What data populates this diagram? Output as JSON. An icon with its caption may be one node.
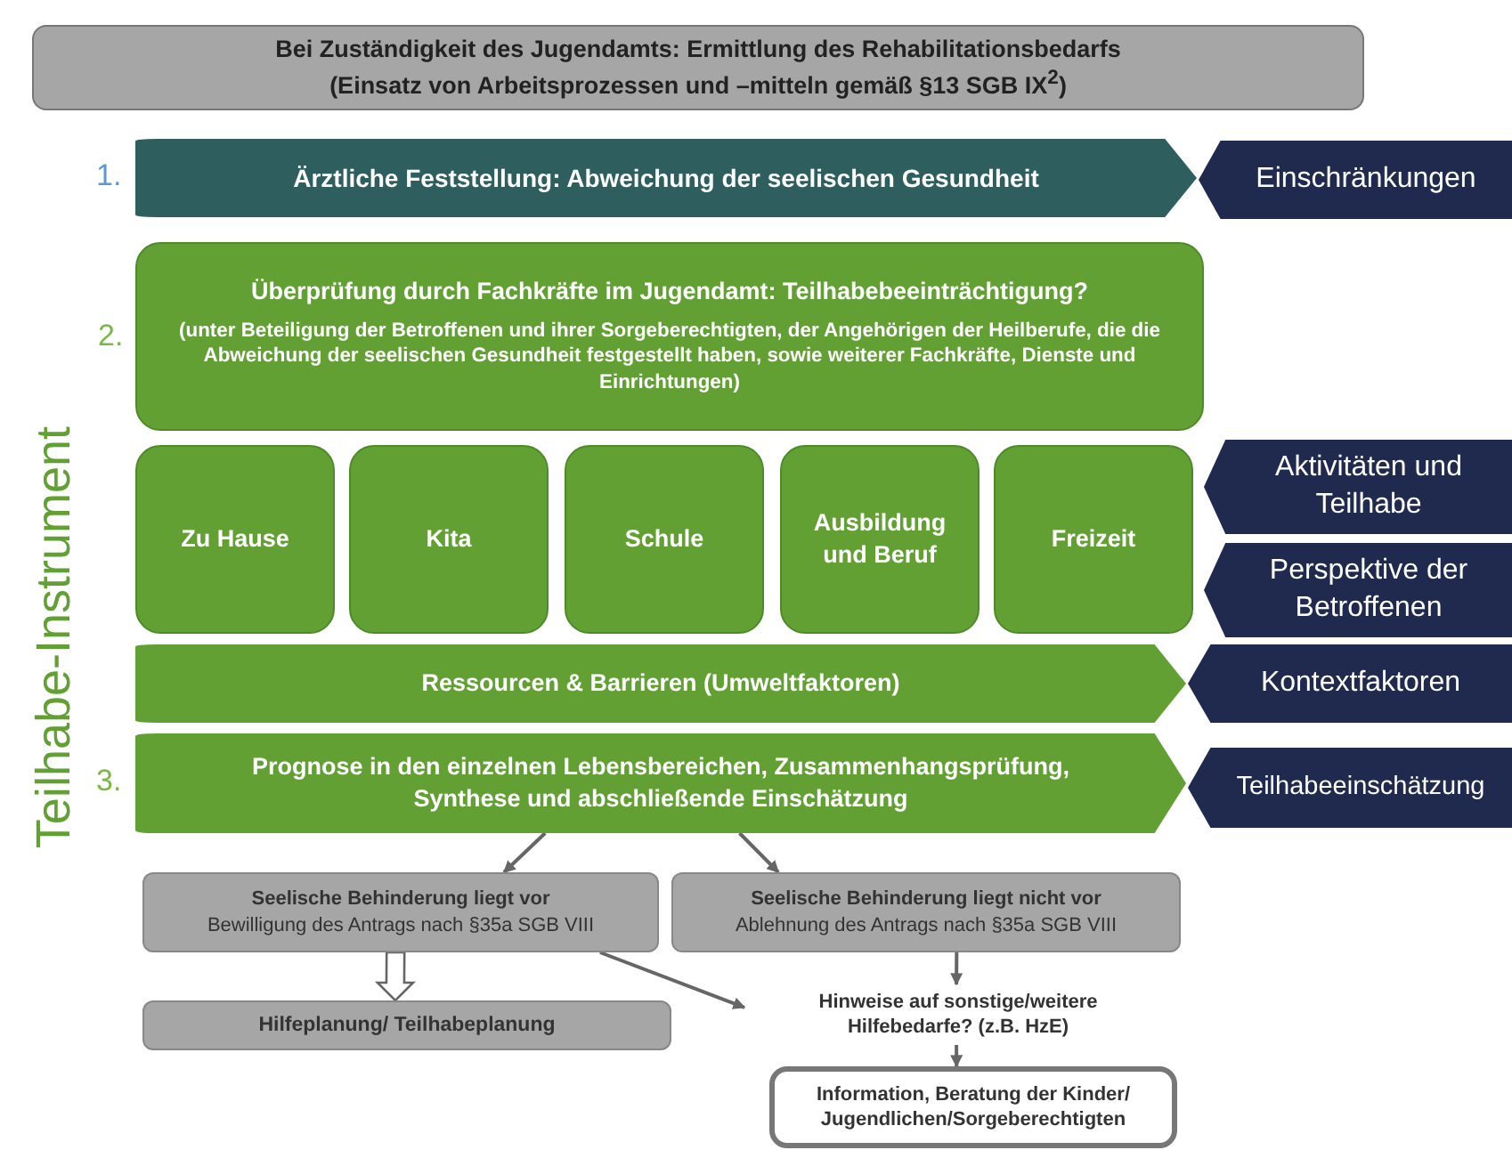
{
  "diagram": {
    "nodes": [
      {
        "text": [
          "Bei Zuständigkeit des Jugendamts: Ermittlung des Rehabilitationsbedarfs",
          "(Einsatz von Arbeitsprozessen und –mitteln gemäß §13 SGB IX$^{2}$)"
        ]
      },
      {
        "text": [
          "Ärztliche Feststellung: Abweichung der seelischen Gesundheit"
        ],
        "beside": [
          "1."
        ]
      },
      {
        "text": [
          "Einschränkungen"
        ]
      },
      {
        "text": [
          "Überprüfung durch Fachkräfte im Jugendamt: Teilhabebeeinträchtigung?",
          "(unter Beteiligung der Betroffenen und ihrer Sorgeberechtigten, der Angehörigen der Heilberufe, die die Abweichung der seelischen Gesundheit festgestellt haben, sowie weiterer Fachkräfte, Dienste und Einrichtungen)"
        ],
        "beside": [
          "2."
        ]
      },
      {
        "text": [
          "Zu Hause"
        ]
      },
      {
        "text": [
          "Kita"
        ]
      },
      {
        "text": [
          "Schule"
        ]
      },
      {
        "text": [
          "Ausbildung und Beruf"
        ]
      },
      {
        "text": [
          "Freizeit"
        ]
      },
      {
        "text": [
          "Aktivitäten und Teilhabe"
        ]
      },
      {
        "text": [
          "Perspektive der Betroffenen"
        ]
      },
      {
        "text": [
          "Ressourcen & Barrieren (Umweltfaktoren)"
        ]
      },
      {
        "text": [
          "Kontextfaktoren"
        ]
      },
      {
        "text": [
          "Prognose in den einzelnen Lebensbereichen, Zusammenhangsprüfung, Synthese und abschließende Einschätzung"
        ],
        "beside": [
          "3."
        ]
      },
      {
        "text": [
          "Teilhabeeinschätzung"
        ]
      },
      {
        "text": [
          "Seelische Behinderung liegt vor",
          "Bewilligung des Antrags nach §35a SGB VIII"
        ]
      },
      {
        "text": [
          "Seelische Behinderung liegt nicht vor",
          "Ablehnung des Antrags nach §35a SGB VIII"
        ]
      },
      {
        "text": [
          "Hilfeplanung/ Teilhabeplanung"
        ]
      },
      {
        "text": [
          "Hinweise auf sonstige/weitere Hilfebedarfe? (z.B. HzE)"
        ]
      },
      {
        "text": [
          "Information, Beratung der Kinder/ Jugendlichen/Sorgeberechtigten"
        ]
      }
    ],
    "edges": [
      {
        "from": 13,
        "to": 15,
        "arrow": "to"
      },
      {
        "from": 13,
        "to": 16,
        "arrow": "to"
      },
      {
        "from": 15,
        "to": 17,
        "arrow": "to",
        "style": "thick"
      },
      {
        "from": 15,
        "to": 18,
        "arrow": "to"
      },
      {
        "from": 16,
        "to": 18,
        "arrow": "to"
      },
      {
        "from": 18,
        "to": 19,
        "arrow": "to"
      }
    ],
    "labels": [
      "Teilhabe-Instrument"
    ]
  }
}
